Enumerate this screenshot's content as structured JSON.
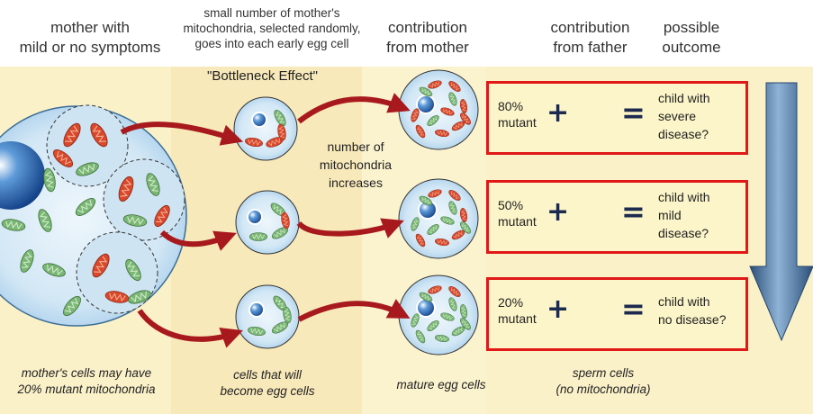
{
  "headers": {
    "mother": [
      "mother with",
      "mild or no symptoms"
    ],
    "selection": [
      "small number of mother's",
      "mitochondria, selected randomly,",
      "goes into each early egg cell"
    ],
    "bottleneck": "\"Bottleneck Effect\"",
    "from_mother": [
      "contribution",
      "from mother"
    ],
    "from_father": [
      "contribution",
      "from father"
    ],
    "outcome": [
      "possible",
      "outcome"
    ]
  },
  "increase_note": [
    "number of",
    "mitochondria",
    "increases"
  ],
  "captions": {
    "mother_cells": [
      "mother's cells may have",
      "20% mutant mitochondria"
    ],
    "egg_precursors": [
      "cells that will",
      "become egg cells"
    ],
    "mature_eggs": "mature egg cells",
    "sperm": [
      "sperm cells",
      "(no mitochondria)"
    ]
  },
  "outcomes": [
    {
      "mutant": [
        "80%",
        "mutant"
      ],
      "result": [
        "child with",
        "severe",
        "disease?"
      ]
    },
    {
      "mutant": [
        "50%",
        "mutant"
      ],
      "result": [
        "child with",
        "mild",
        "disease?"
      ]
    },
    {
      "mutant": [
        "20%",
        "mutant"
      ],
      "result": [
        "child with",
        "no disease?"
      ]
    }
  ],
  "symbols": {
    "plus": "+",
    "equals": "="
  },
  "colors": {
    "mutant_mito": "#d9482b",
    "normal_mito": "#6fae6c",
    "arrow": "#a8191e",
    "box_border": "#e01818",
    "background": "#fbf1c9",
    "nucleus": "#1f5ea8"
  }
}
